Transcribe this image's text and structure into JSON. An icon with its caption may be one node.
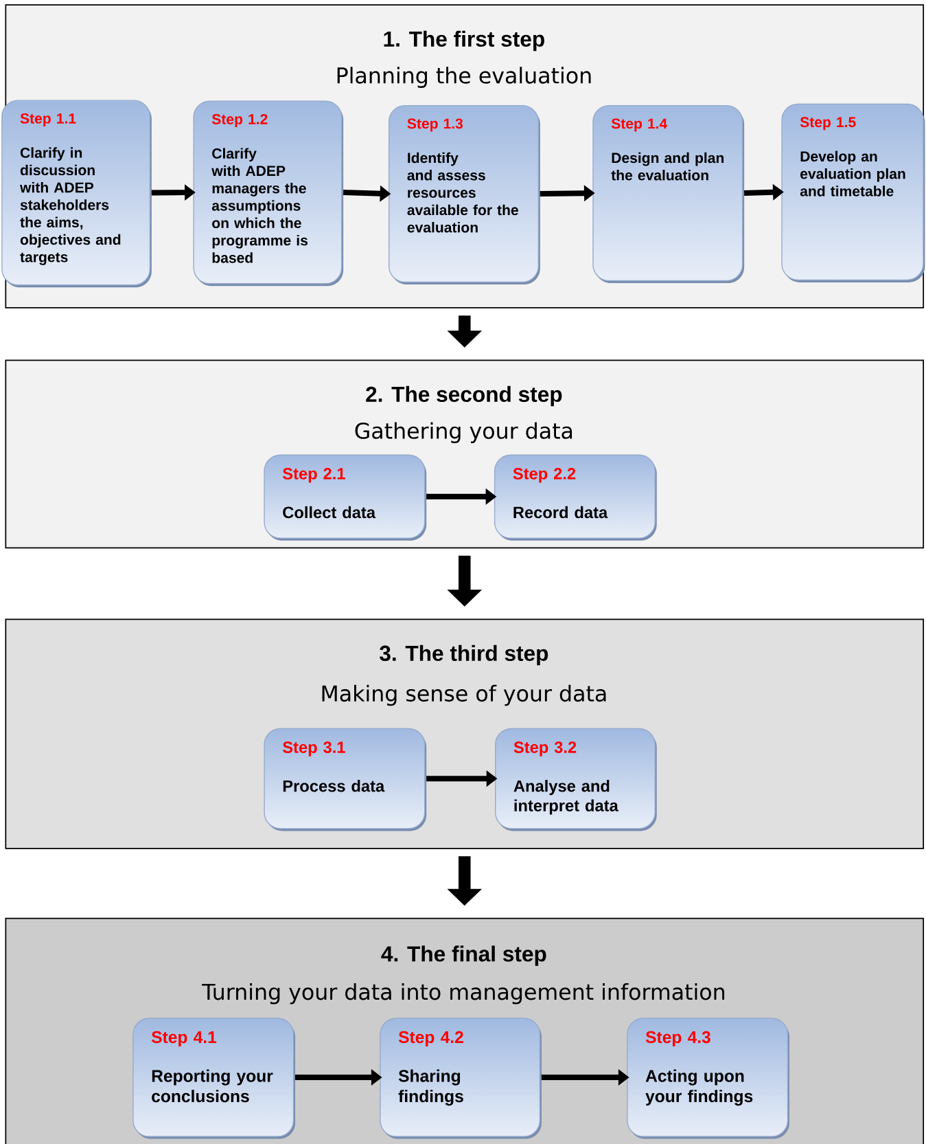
{
  "diagram": {
    "nodes": [
      {
        "text": [
          "1. The first step",
          "Planning the evaluation"
        ]
      },
      {
        "text": [
          "Step 1.1",
          "Clarify in discussion with ADEP stakeholders the aims, objectives and targets"
        ],
        "in": 0
      },
      {
        "text": [
          "Step 1.2",
          "Clarify with ADEP managers the assumptions on which the programme is based"
        ],
        "in": 0
      },
      {
        "text": [
          "Step 1.3",
          "Identify and assess resources available for the evaluation"
        ],
        "in": 0
      },
      {
        "text": [
          "Step 1.4",
          "Design and plan the evaluation"
        ],
        "in": 0
      },
      {
        "text": [
          "Step 1.5",
          "Develop an evaluation plan and timetable"
        ],
        "in": 0
      },
      {
        "text": [
          "2. The second step",
          "Gathering your data"
        ]
      },
      {
        "text": [
          "Step 2.1",
          "Collect data"
        ],
        "in": 6
      },
      {
        "text": [
          "Step 2.2",
          "Record data"
        ],
        "in": 6
      },
      {
        "text": [
          "3. The third step",
          "Making sense of your data"
        ]
      },
      {
        "text": [
          "Step 3.1",
          "Process data"
        ],
        "in": 9
      },
      {
        "text": [
          "Step 3.2",
          "Analyse and interpret data"
        ],
        "in": 9
      },
      {
        "text": [
          "4. The final step",
          "Turning your data into management information"
        ]
      },
      {
        "text": [
          "Step 4.1",
          "Reporting your conclusions"
        ],
        "in": 12
      },
      {
        "text": [
          "Step 4.2",
          "Sharing findings"
        ],
        "in": 12
      },
      {
        "text": [
          "Step 4.3",
          "Acting upon your findings"
        ],
        "in": 12
      }
    ],
    "edges": [
      {
        "from": 1,
        "to": 2,
        "arrow": "to"
      },
      {
        "from": 2,
        "to": 3,
        "arrow": "to"
      },
      {
        "from": 3,
        "to": 4,
        "arrow": "to"
      },
      {
        "from": 4,
        "to": 5,
        "arrow": "to"
      },
      {
        "from": 0,
        "to": 6,
        "arrow": "to",
        "style": "thick"
      },
      {
        "from": 7,
        "to": 8,
        "arrow": "to"
      },
      {
        "from": 6,
        "to": 9,
        "arrow": "to",
        "style": "thick"
      },
      {
        "from": 10,
        "to": 11,
        "arrow": "to"
      },
      {
        "from": 9,
        "to": 12,
        "arrow": "to",
        "style": "thick"
      },
      {
        "from": 13,
        "to": 14,
        "arrow": "to"
      },
      {
        "from": 14,
        "to": 15,
        "arrow": "to"
      }
    ]
  }
}
